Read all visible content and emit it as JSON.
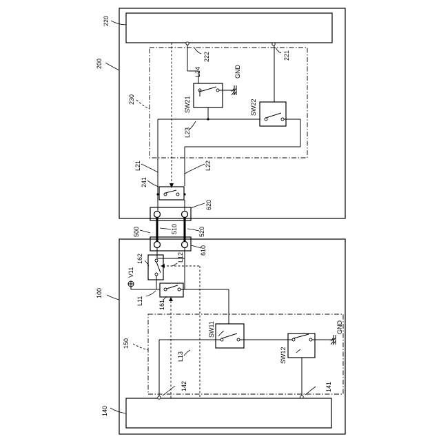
{
  "labels": {
    "n200": "200",
    "n220": "220",
    "n222": "222",
    "n221": "221",
    "n230": "230",
    "l24": "L24",
    "gnd_top": "GND",
    "sw21": "SW21",
    "sw22": "SW22",
    "l23": "L23",
    "l21": "L21",
    "l22": "L22",
    "n241": "241",
    "n620": "620",
    "n500": "500",
    "n510": "510",
    "n520": "520",
    "n610": "610",
    "n162": "162",
    "l12": "L12",
    "v11": "V11",
    "n100": "100",
    "l11": "L11",
    "n161": "161",
    "n150": "150",
    "sw11": "SW11",
    "l13": "L13",
    "sw12": "SW12",
    "gnd_bottom": "GND",
    "n142": "142",
    "n141": "141",
    "n140": "140"
  }
}
